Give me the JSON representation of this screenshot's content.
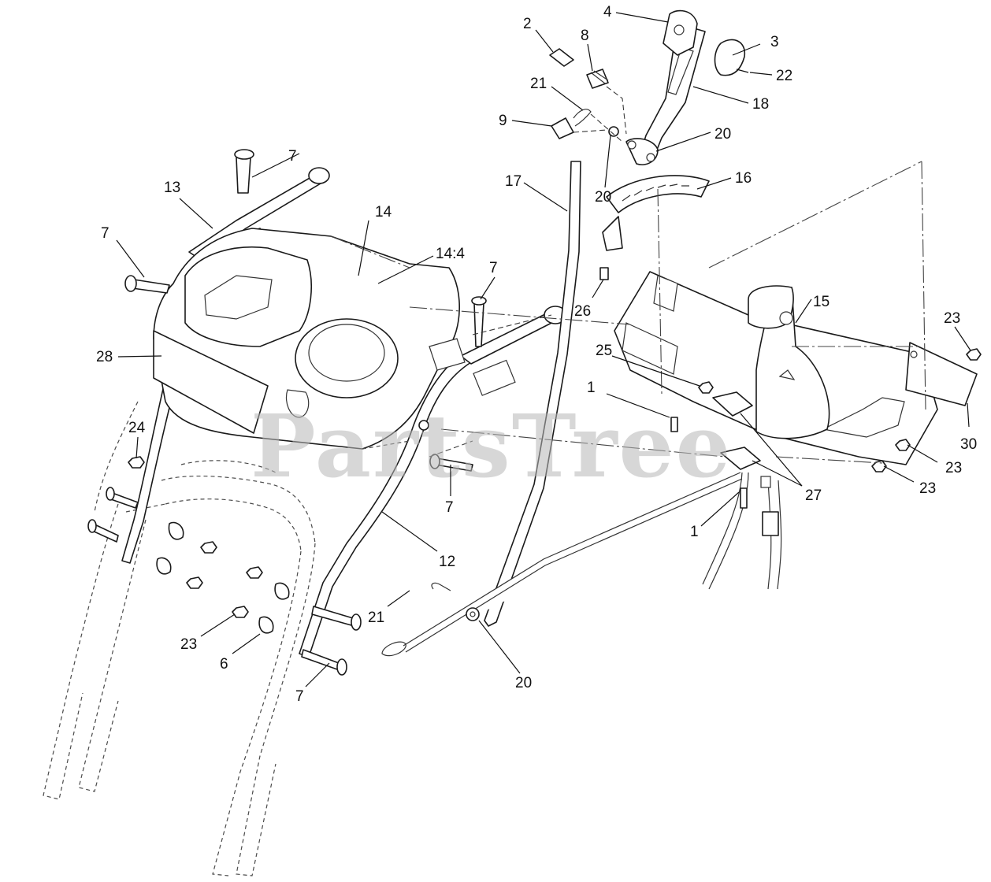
{
  "diagram": {
    "watermark": "PartsTree",
    "callouts": {
      "c1a": "1",
      "c1b": "1",
      "c2": "2",
      "c3": "3",
      "c4": "4",
      "c6": "6",
      "c7a": "7",
      "c7b": "7",
      "c7c": "7",
      "c7d": "7",
      "c7e": "7",
      "c8": "8",
      "c9": "9",
      "c12": "12",
      "c13": "13",
      "c14": "14",
      "c14_4": "14:4",
      "c15": "15",
      "c16": "16",
      "c17": "17",
      "c18": "18",
      "c20a": "20",
      "c20b": "20",
      "c20c": "20",
      "c21a": "21",
      "c21b": "21",
      "c22": "22",
      "c23a": "23",
      "c23b": "23",
      "c23c": "23",
      "c23d": "23",
      "c24": "24",
      "c25": "25",
      "c26": "26",
      "c27": "27",
      "c28": "28",
      "c30": "30"
    }
  }
}
